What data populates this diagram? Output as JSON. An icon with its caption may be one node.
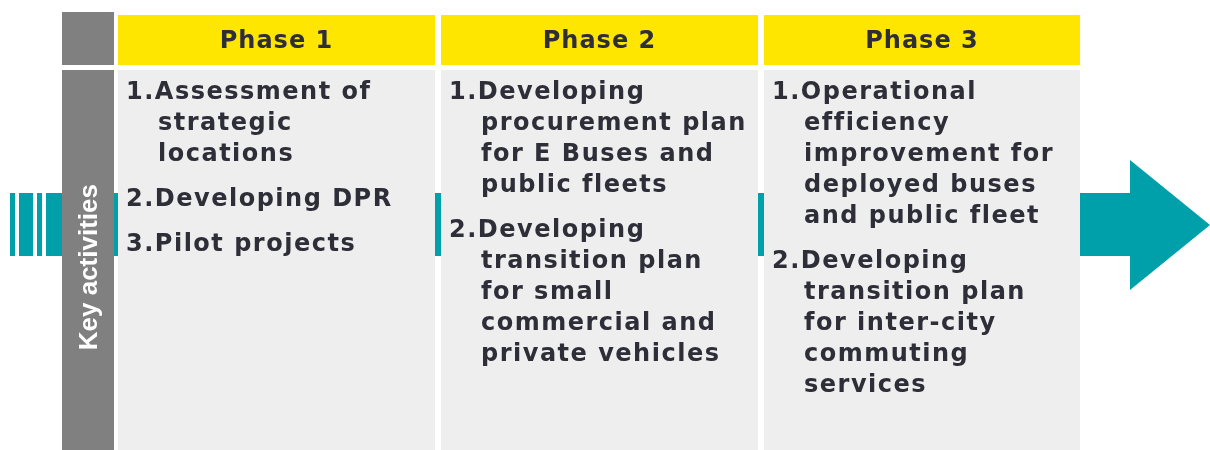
{
  "diagram": {
    "nodes": [
      {
        "text": [],
        "shape": "box"
      },
      {
        "text": [
          "Key activities"
        ]
      },
      {
        "text": [
          "Phase 1"
        ]
      },
      {
        "text": [
          "Phase 2"
        ]
      },
      {
        "text": [
          "Phase 3"
        ]
      },
      {
        "text": [
          "1.Assessment of strategic locations",
          "2.Developing DPR",
          "3.Pilot projects"
        ]
      },
      {
        "text": [
          "1.Developing procurement plan for E Buses and public fleets",
          "2.Developing transition plan for small commercial and private vehicles"
        ]
      },
      {
        "text": [
          "1.Operational efficiency improvement for deployed buses and public fleet",
          "2.Developing transition plan for inter-city commuting services"
        ]
      }
    ],
    "edges": []
  }
}
